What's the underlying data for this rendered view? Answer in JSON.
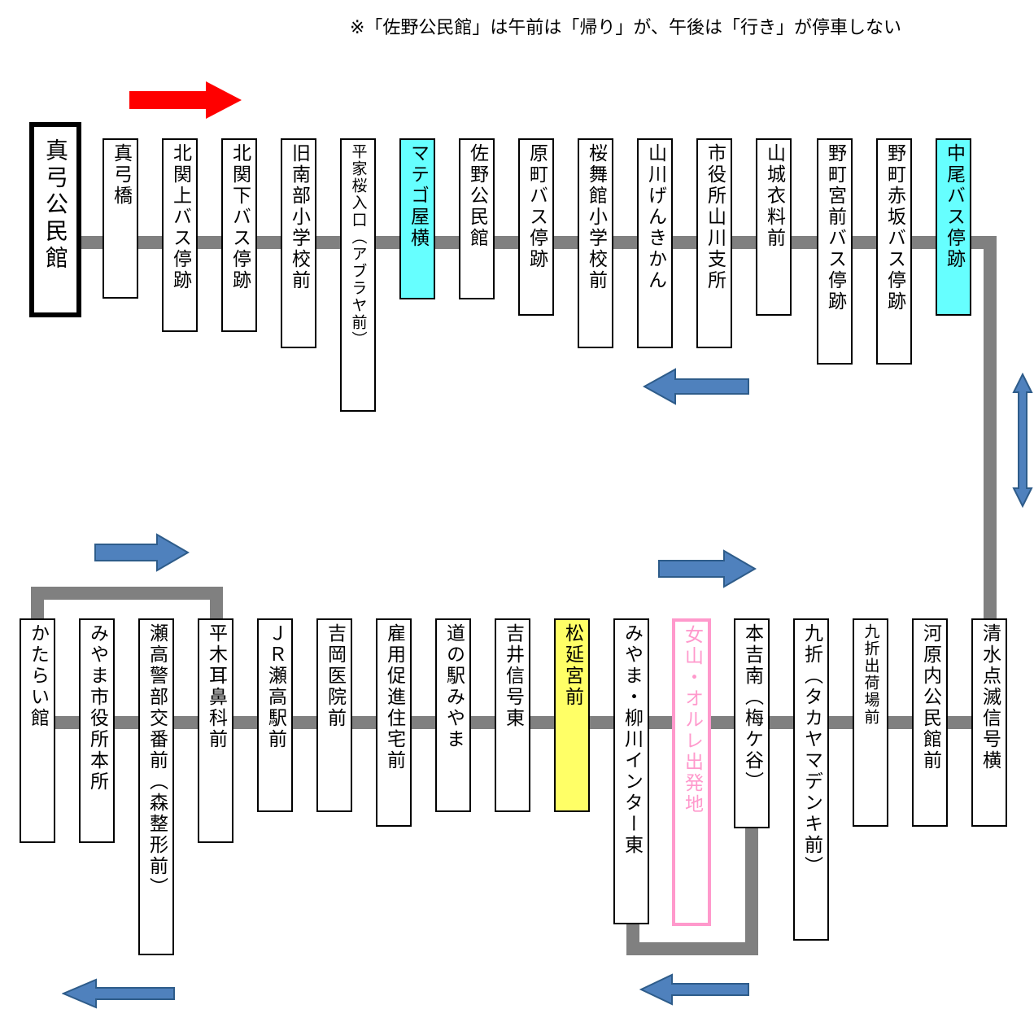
{
  "note": "※「佐野公民館」は午前は「帰り」が、午後は「行き」が停車しない",
  "colors": {
    "line": "#808080",
    "highlight_cyan": "#66ffff",
    "highlight_yellow": "#ffff66",
    "highlight_pink": "#ff99cc",
    "arrow_forward": "#ff0000",
    "arrow_blue": "#4f81bd"
  },
  "top_row": [
    "真弓公民館",
    "真弓橋",
    "北関上バス停跡",
    "北関下バス停跡",
    "旧南部小学校前",
    "平家桜入口（アブラヤ前）",
    "マテゴ屋横",
    "佐野公民館",
    "原町バス停跡",
    "桜舞館小学校前",
    "山川げんきかん",
    "市役所山川支所",
    "山城衣料前",
    "野町宮前バス停跡",
    "野町赤坂バス停跡",
    "中尾バス停跡"
  ],
  "bottom_row": [
    "かたらい館",
    "みやま市役所本所",
    "瀬高警部交番前（森整形前）",
    "平木耳鼻科前",
    "ＪＲ瀬高駅前",
    "吉岡医院前",
    "雇用促進住宅前",
    "道の駅みやま",
    "吉井信号東",
    "松延宮前",
    "みやま・柳川インター東",
    "女山・オルレ出発地",
    "本吉南（梅ケ谷）",
    "九折（タカヤマデンキ前）",
    "九折出荷場前",
    "河原内公民館前",
    "清水点滅信号横"
  ]
}
